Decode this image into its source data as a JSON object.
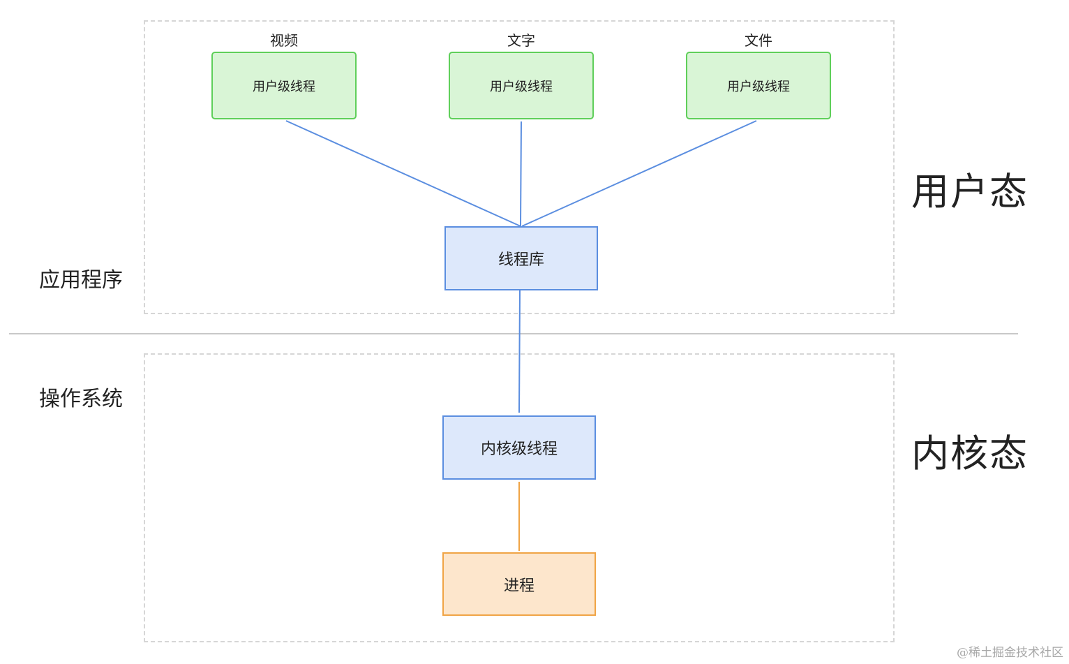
{
  "side_labels": {
    "application": "应用程序",
    "os": "操作系统"
  },
  "state_labels": {
    "user": "用户态",
    "kernel": "内核态"
  },
  "columns": [
    {
      "title": "视频",
      "box_label": "用户级线程"
    },
    {
      "title": "文字",
      "box_label": "用户级线程"
    },
    {
      "title": "文件",
      "box_label": "用户级线程"
    }
  ],
  "thread_library": "线程库",
  "kernel_thread": "内核级线程",
  "process": "进程",
  "watermark": "@稀土掘金技术社区",
  "colors": {
    "user_thread_fill": "#d9f5d6",
    "user_thread_border": "#5fcf5a",
    "blue_fill": "#dde8fb",
    "blue_border": "#5b8ee0",
    "orange_fill": "#fde6cc",
    "orange_border": "#f0a445"
  }
}
